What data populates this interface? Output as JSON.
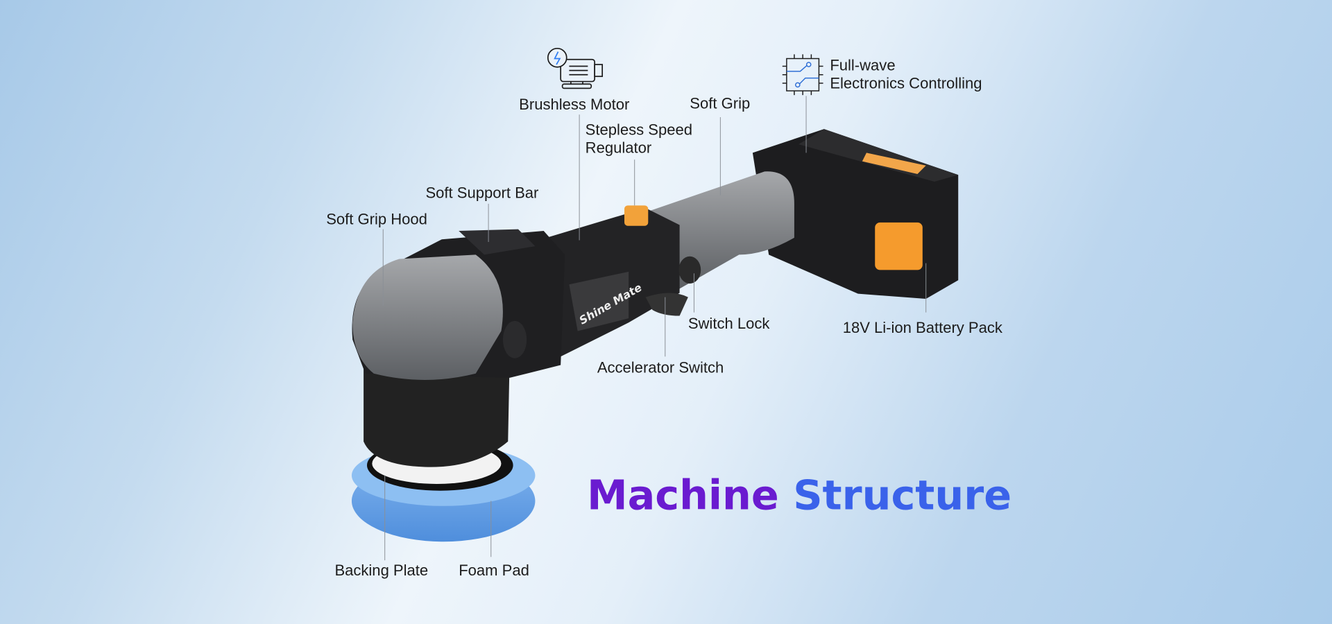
{
  "title": {
    "word1": "Machine",
    "word2": "Structure",
    "color1": "#6a1bd0",
    "color2": "#2f7ef2"
  },
  "labels": {
    "brushless_motor": "Brushless Motor",
    "soft_grip": "Soft Grip",
    "stepless_line1": "Stepless Speed",
    "stepless_line2": "Regulator",
    "fullwave_line1": "Full-wave",
    "fullwave_line2": "Electronics Controlling",
    "soft_support_bar": "Soft Support Bar",
    "soft_grip_hood": "Soft Grip Hood",
    "switch_lock": "Switch Lock",
    "battery_pack": "18V Li-ion Battery Pack",
    "accelerator_switch": "Accelerator Switch",
    "backing_plate": "Backing Plate",
    "foam_pad": "Foam Pad"
  },
  "product": {
    "brand": "Shine Mate"
  },
  "icons": {
    "motor": "brushless-motor-icon",
    "chip": "circuit-chip-icon"
  }
}
